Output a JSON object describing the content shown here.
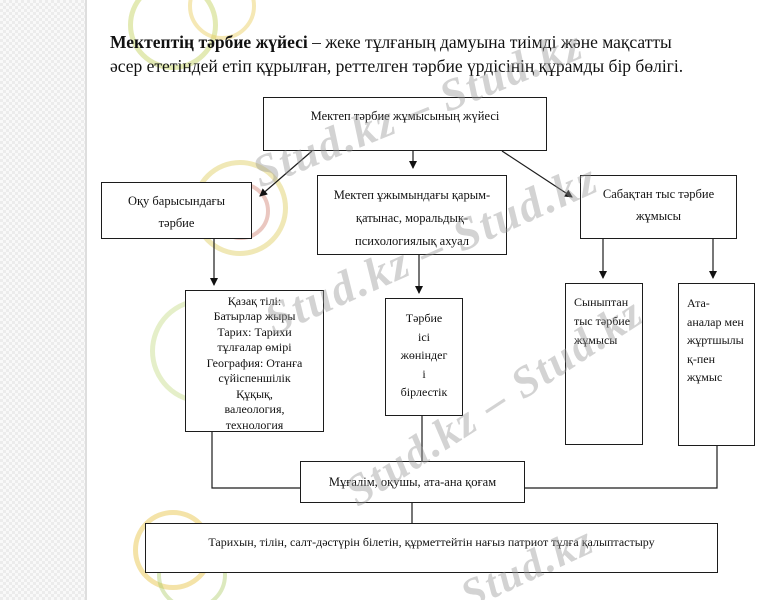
{
  "intro": {
    "bold": "Мектептің тәрбие жүйесі",
    "rest": " – жеке тұлғаның дамуына тиімді және мақсатты әсер ететіндей етіп құрылған, реттелген тәрбие үрдісінің құрамды бір бөлігі."
  },
  "diagram": {
    "nodes": {
      "system": "Мектеп тәрбие жұмысының жүйесі",
      "study": "Оқу барысындағы\nтәрбие",
      "climate": "Мектеп ұжымындағы қарым-\nқатынас, моральдық-\nпсихологиялық ахуал",
      "outside": "Сабақтан тыс тәрбие\nжұмысы",
      "subjects": "Қазақ тілі:\nБатырлар жыры\nТарих: Тарихи\nтұлғалар өмірі\nГеография: Отанға\nсүйіспеншілік\nҚұқық,\nвалеология,\nтехнология",
      "union": "Тәрбие\nісі\nжөніндег\nі\nбірлестік",
      "extracurricular": "Сыныптан\nтыс тәрбие\nжұмысы",
      "parents": "Ата-\nаналар мен\nжұртшылы\nқ-пен\nжұмыс",
      "community": "Мұғалім, оқушы, ата-ана қоғам",
      "goal": "Тарихын, тілін,  салт-дәстүрін білетін, құрметтейтін нағыз патриот тұлға қалыптастыру"
    }
  },
  "watermarks": {
    "wm1": "Stud.kz – Stud.kz",
    "wm2": "Stud.kz – Stud.kz",
    "wm3": "Stud.kz – Stud.kz",
    "wm4": "Stud.kz"
  },
  "colors": {
    "line": "#1c1c1c",
    "watermark": "#969696",
    "checker_dark": "#ececec",
    "checker_light": "#f9f9f9"
  }
}
